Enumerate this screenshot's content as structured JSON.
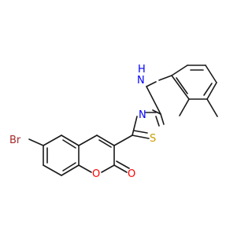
{
  "molecule": {
    "atoms": {
      "br": "Br",
      "o_ring": "O",
      "o_carbonyl": "O",
      "n_thiazole": "N",
      "s_thiazole": "S",
      "n_amine": "N",
      "h_amine": "H"
    },
    "colors": {
      "bond": "#1a1a1a",
      "bromine": "#a52a2a",
      "oxygen": "#ff0000",
      "nitrogen": "#0000ff",
      "sulfur": "#c8a000"
    }
  }
}
